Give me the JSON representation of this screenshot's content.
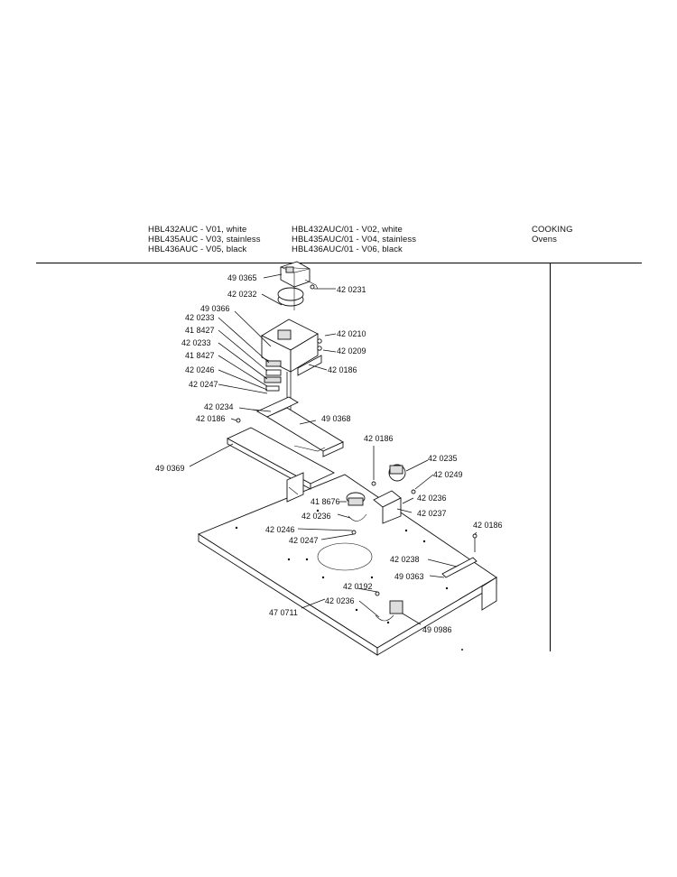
{
  "header": {
    "models_left": [
      "HBL432AUC - V01, white",
      "HBL435AUC - V03, stainless",
      "HBL436AUC - V05, black"
    ],
    "models_right": [
      "HBL432AUC/01 - V02, white",
      "HBL435AUC/01 - V04, stainless",
      "HBL436AUC/01 - V06, black"
    ],
    "category": "COOKING",
    "subcategory": "Ovens"
  },
  "callouts": {
    "c1": "49 0365",
    "c2": "42 0231",
    "c3": "42 0232",
    "c4": "49 0366",
    "c5": "42 0233",
    "c6": "42 0210",
    "c7": "41 8427",
    "c8": "42 0209",
    "c9": "42 0233",
    "c10": "41 8427",
    "c11": "42 0186",
    "c12": "42 0246",
    "c13": "42 0247",
    "c14": "42 0234",
    "c15": "42 0186",
    "c16": "49 0368",
    "c17": "42 0186",
    "c18": "42 0235",
    "c19": "49 0369",
    "c20": "42 0249",
    "c21": "42 0236",
    "c22": "41 8676",
    "c23": "42 0237",
    "c24": "42 0236",
    "c25": "42 0246",
    "c26": "42 0247",
    "c27": "42 0186",
    "c28": "42 0238",
    "c29": "49 0363",
    "c30": "42 0192",
    "c31": "42 0236",
    "c32": "47 0711",
    "c33": "49 0986"
  }
}
